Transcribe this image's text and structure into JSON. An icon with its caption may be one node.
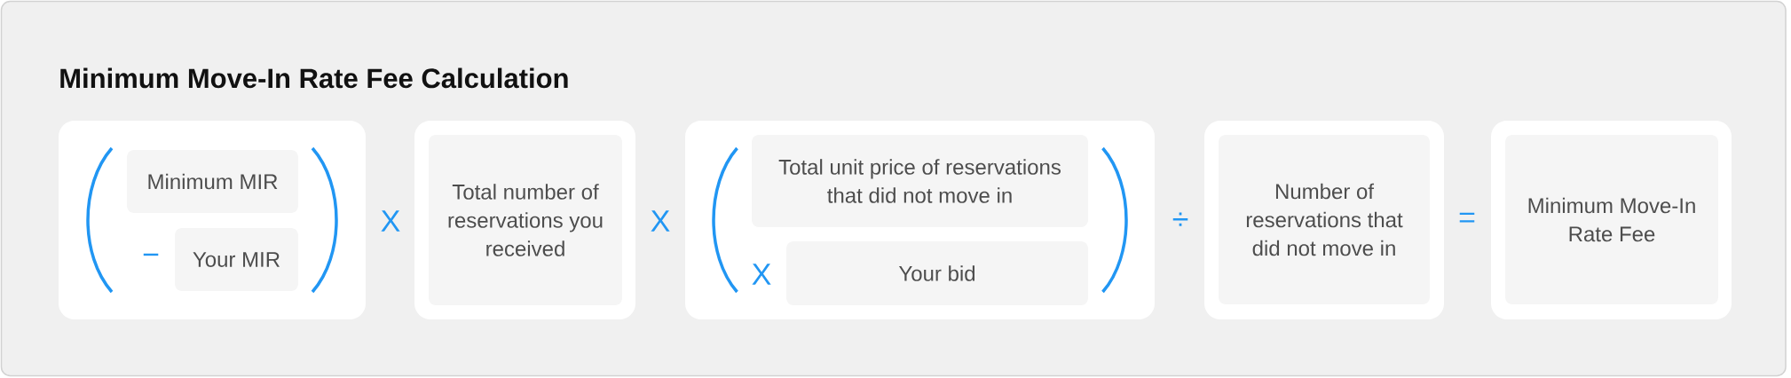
{
  "diagram": {
    "title": "Minimum Move-In Rate Fee Calculation",
    "nodes": [
      {
        "text": [],
        "shape": "box"
      },
      {
        "text": [
          "Minimum MIR"
        ],
        "in": 0
      },
      {
        "text": [
          "Your MIR"
        ],
        "in": 0
      },
      {
        "text": [],
        "shape": "box"
      },
      {
        "text": [
          "Total number of reservations you received"
        ],
        "in": 3
      },
      {
        "text": [],
        "shape": "box"
      },
      {
        "text": [
          "Total unit price of reservations that did not move in"
        ],
        "in": 5
      },
      {
        "text": [
          "Your bid"
        ],
        "in": 5
      },
      {
        "text": [],
        "shape": "box"
      },
      {
        "text": [
          "Number of reservations that did not move in"
        ],
        "in": 8
      },
      {
        "text": [],
        "shape": "box"
      },
      {
        "text": [
          "Minimum Move-In Rate Fee"
        ],
        "in": 10
      }
    ],
    "labels": [
      "−",
      "X",
      "X",
      "X",
      "÷",
      "="
    ]
  }
}
